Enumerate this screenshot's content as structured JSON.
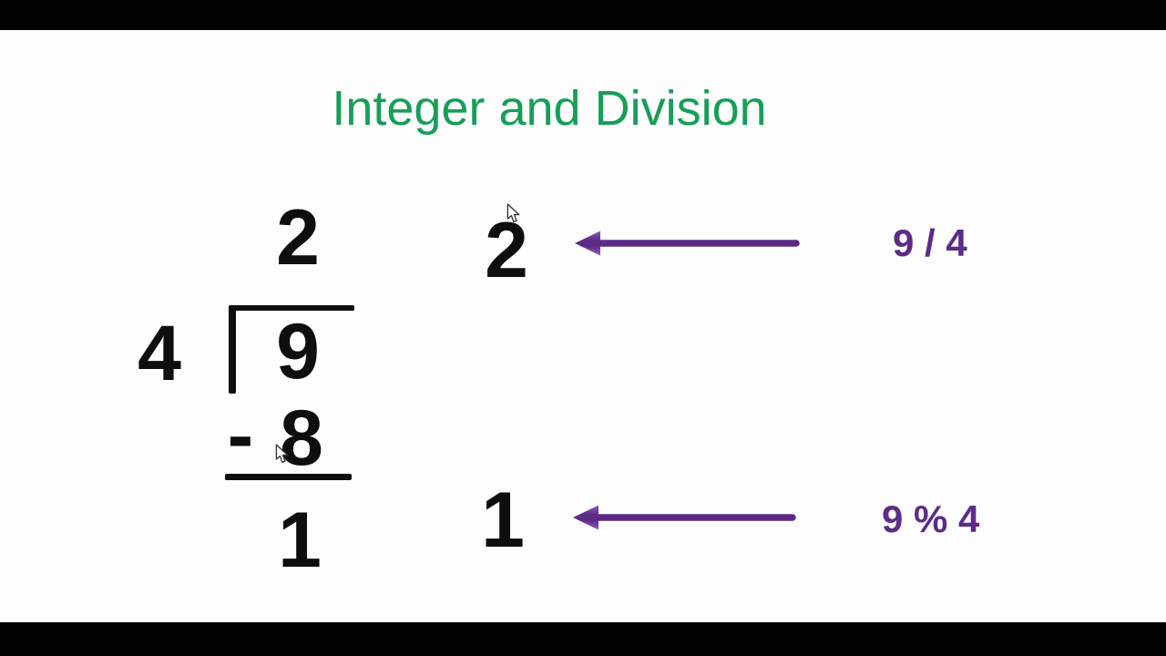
{
  "colors": {
    "background": "#fdfdfd",
    "letterbox": "#020202",
    "ink": "#0e0e0e",
    "title_green": "#179e58",
    "accent_purple": "#5d2b8a"
  },
  "title": {
    "text": "Integer and Division"
  },
  "long_division": {
    "quotient": "2",
    "divisor": "4",
    "dividend": "9",
    "minus_sign": "-",
    "product": "8",
    "remainder": "1"
  },
  "annotations": {
    "quotient_row": {
      "value": "2",
      "expression": "9 / 4"
    },
    "remainder_row": {
      "value": "1",
      "expression": "9 % 4"
    }
  },
  "icons": {
    "annotation_arrow": "left-arrow",
    "pointer": "mouse-cursor"
  }
}
